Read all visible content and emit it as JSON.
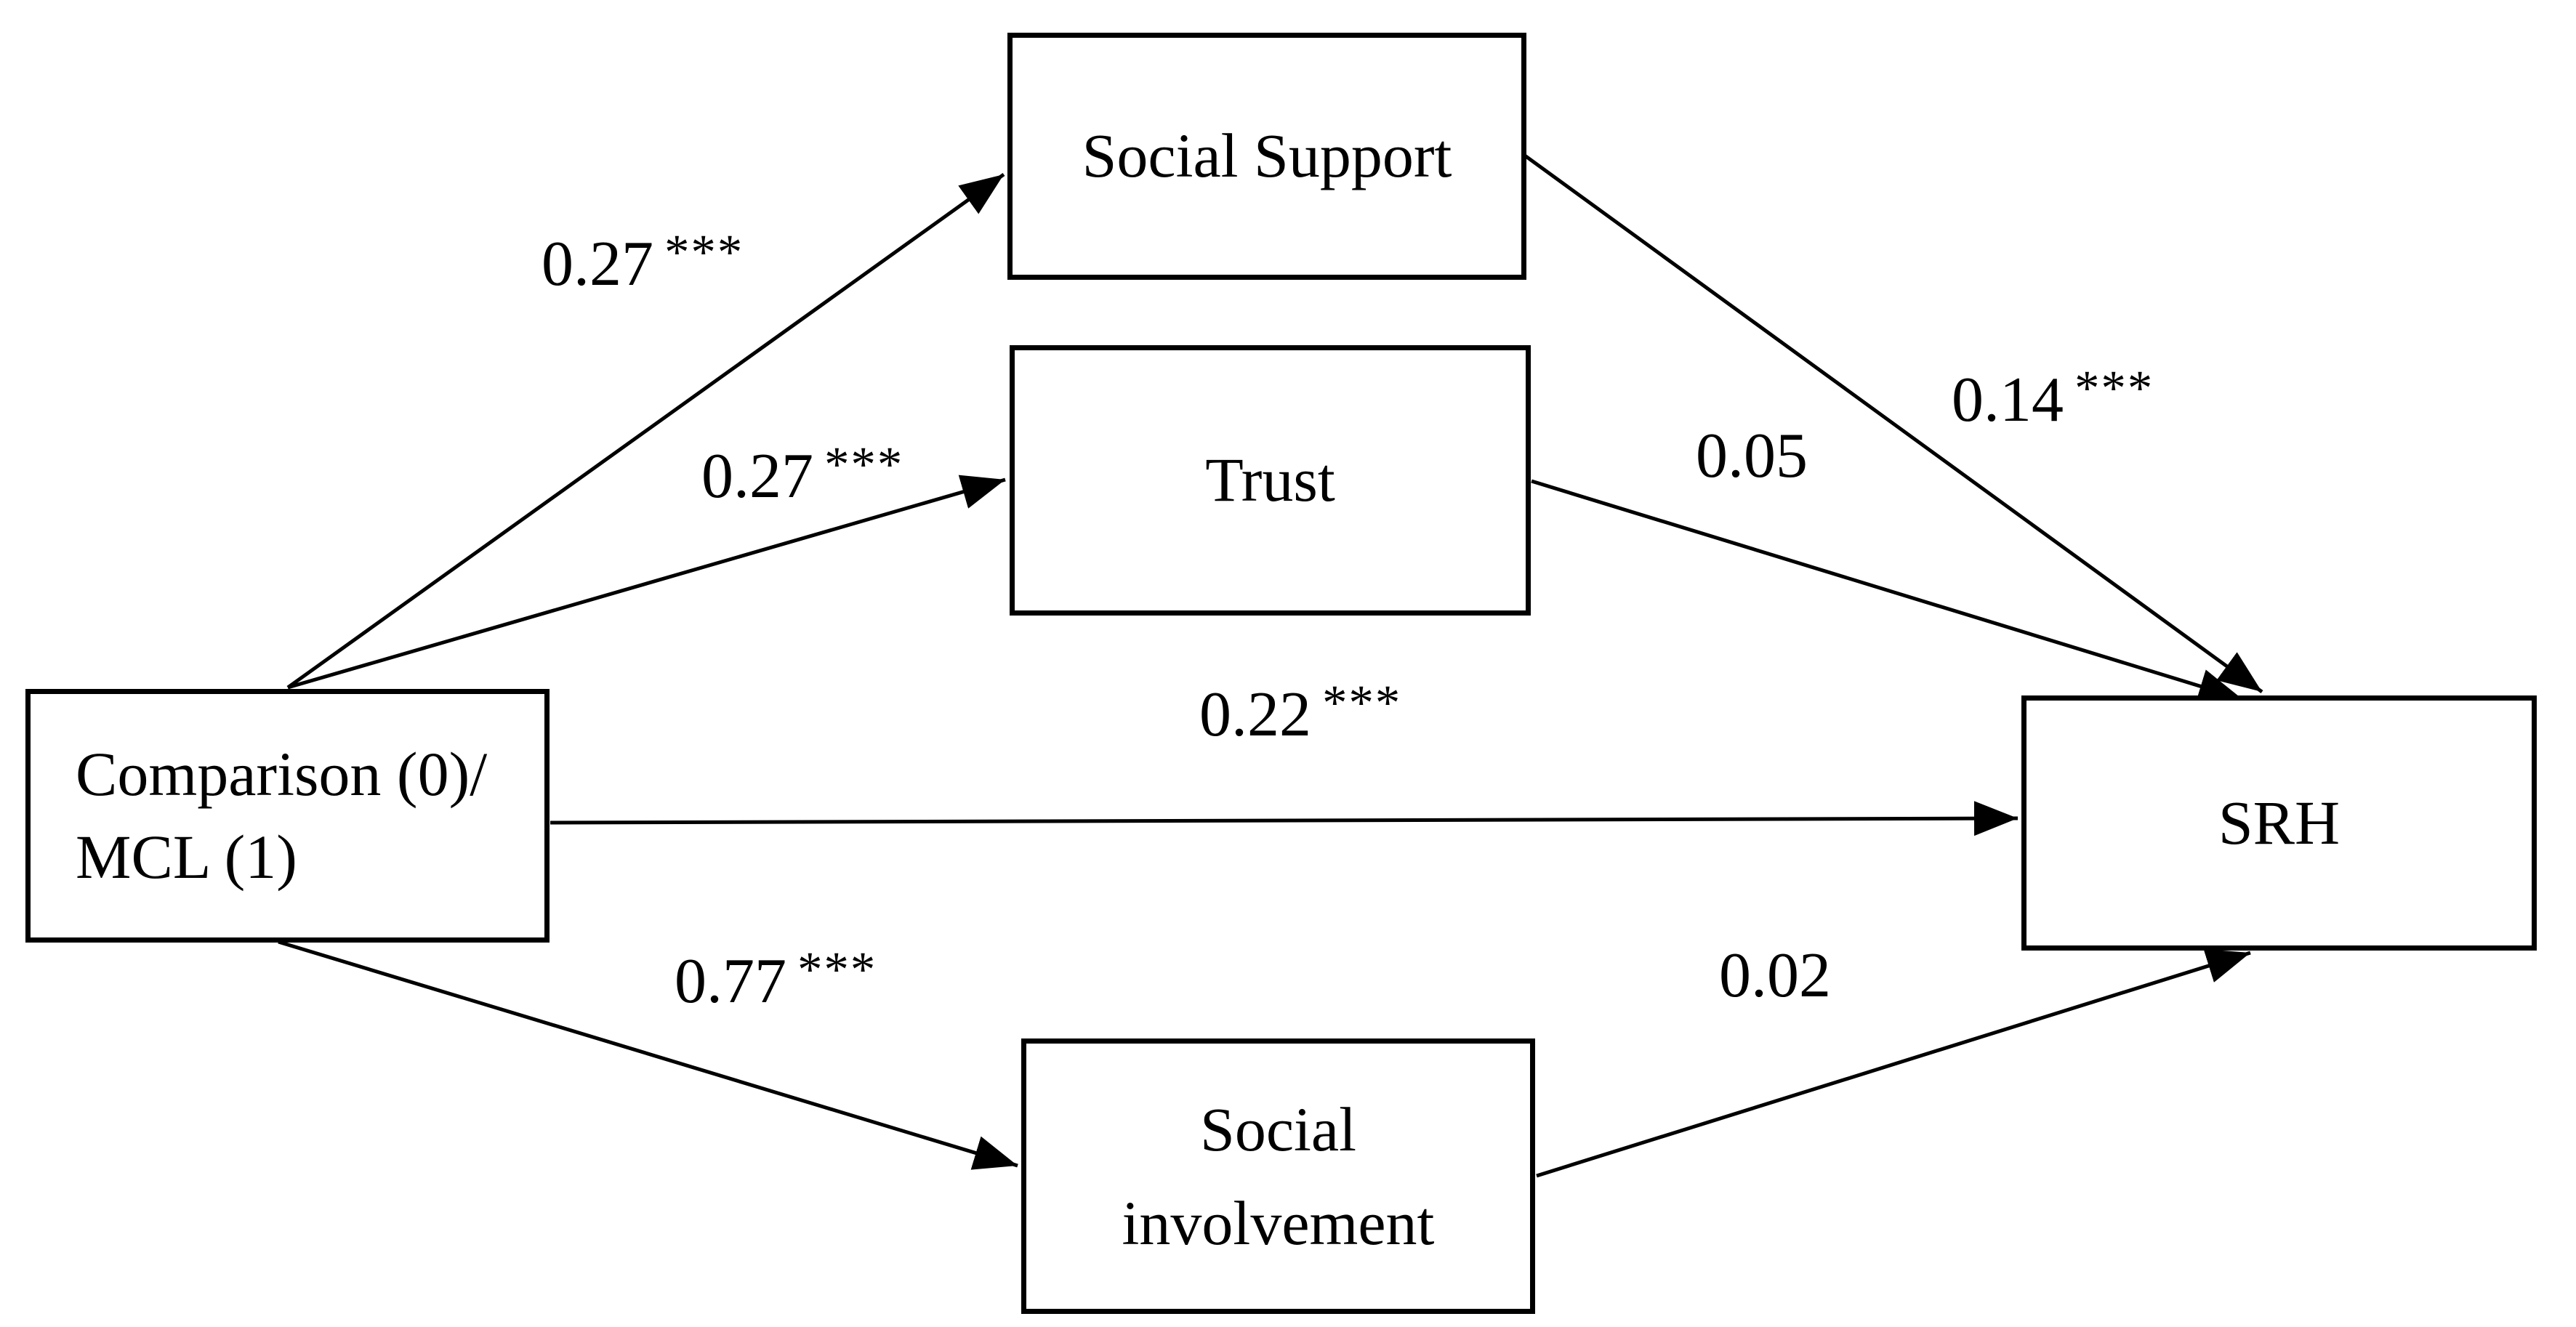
{
  "figure": {
    "type": "mediation-path-diagram",
    "background_color": "#ffffff",
    "line_color": "#000000",
    "text_color": "#000000",
    "nodes": {
      "predictor": {
        "lines": [
          "Comparison (0)/",
          "MCL (1)"
        ]
      },
      "social_support": {
        "lines": [
          "Social Support"
        ]
      },
      "trust": {
        "lines": [
          "Trust"
        ]
      },
      "social_involvement": {
        "lines": [
          "Social",
          "involvement"
        ]
      },
      "srh": {
        "lines": [
          "SRH"
        ]
      }
    },
    "paths": [
      {
        "from": "predictor",
        "to": "social_support",
        "coefficient": "0.27",
        "significance": "***"
      },
      {
        "from": "predictor",
        "to": "trust",
        "coefficient": "0.27",
        "significance": "***"
      },
      {
        "from": "predictor",
        "to": "srh",
        "coefficient": "0.22",
        "significance": "***"
      },
      {
        "from": "predictor",
        "to": "social_involvement",
        "coefficient": "0.77",
        "significance": "***"
      },
      {
        "from": "social_support",
        "to": "srh",
        "coefficient": "0.14",
        "significance": "***"
      },
      {
        "from": "trust",
        "to": "srh",
        "coefficient": "0.05",
        "significance": ""
      },
      {
        "from": "social_involvement",
        "to": "srh",
        "coefficient": "0.02",
        "significance": ""
      }
    ]
  }
}
